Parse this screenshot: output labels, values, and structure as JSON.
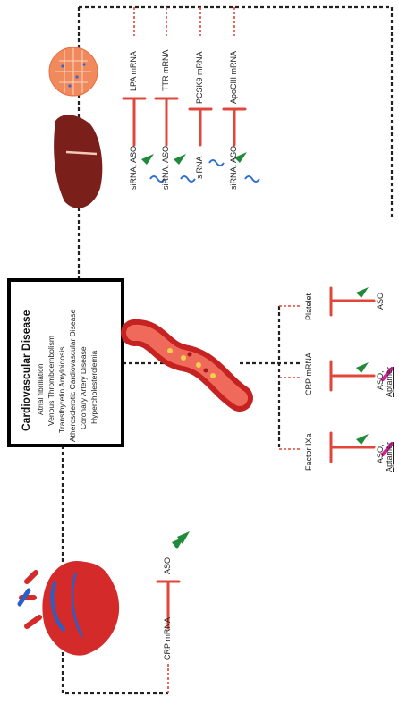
{
  "main_box": {
    "title": "Cardiovascular Disease",
    "conditions": [
      "Atrial fibrillation",
      "Venous Thromboembolism",
      "Transthyretin Amyloidosis",
      "Atherosclerotic Cardiovascular Disease",
      "Coronary Artery Disease",
      "Hypercholesterolemia"
    ]
  },
  "heart_branch": {
    "target": "CRP mRNA",
    "agent": "ASO"
  },
  "liver_branch": {
    "targets": [
      "LPA mRNA",
      "TTR mRNA",
      "PCSK9 mRNA",
      "ApoCIII mRNA"
    ],
    "agents": [
      "siRNA, ASO",
      "siRNA, ASO",
      "siRNA",
      "siRNA, ASO"
    ]
  },
  "vessel_branch": {
    "targets": [
      "Platelet",
      "CRP mRNA",
      "Factor IXa"
    ],
    "agents": [
      {
        "line1": "ASO",
        "line2": ""
      },
      {
        "line1": "ASO,",
        "line2": "Aptamer"
      },
      {
        "line1": "ASO,",
        "line2": "Aptamer"
      }
    ]
  },
  "colors": {
    "inhibition": "#e0473a",
    "connector": "#222222",
    "aso_strand": "#1f8a3a",
    "sirna_strand": "#2f6fd6",
    "aptamer": "#d61f9b",
    "tissue_dark": "#7a1f1a",
    "cell_fill": "#f08a5d"
  },
  "icons": [
    "heart-icon",
    "blood-vessel-icon",
    "liver-icon",
    "hepatocyte-cells-icon",
    "aso-strand-icon",
    "sirna-strand-icon",
    "aptamer-icon"
  ]
}
